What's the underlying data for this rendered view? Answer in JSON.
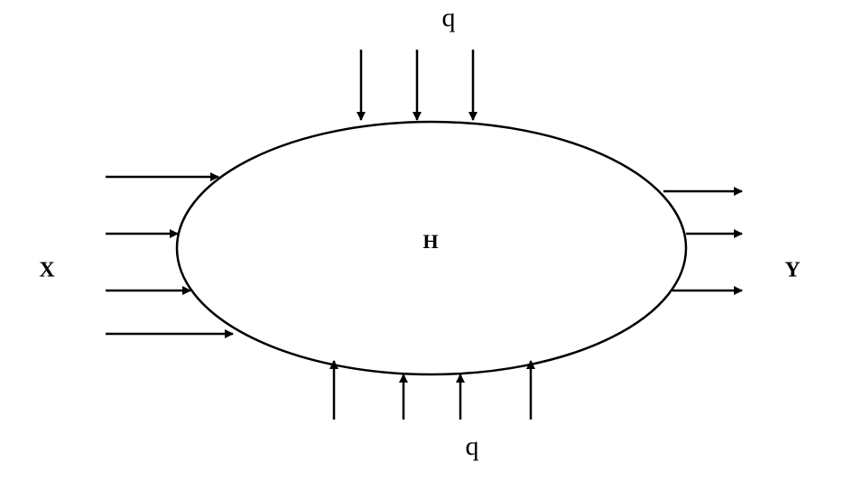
{
  "labels": {
    "top_load": "q",
    "bottom_load": "q",
    "left": "X",
    "right": "Y",
    "center": "H"
  },
  "colors": {
    "stroke": "#000000",
    "background": "#ffffff"
  }
}
